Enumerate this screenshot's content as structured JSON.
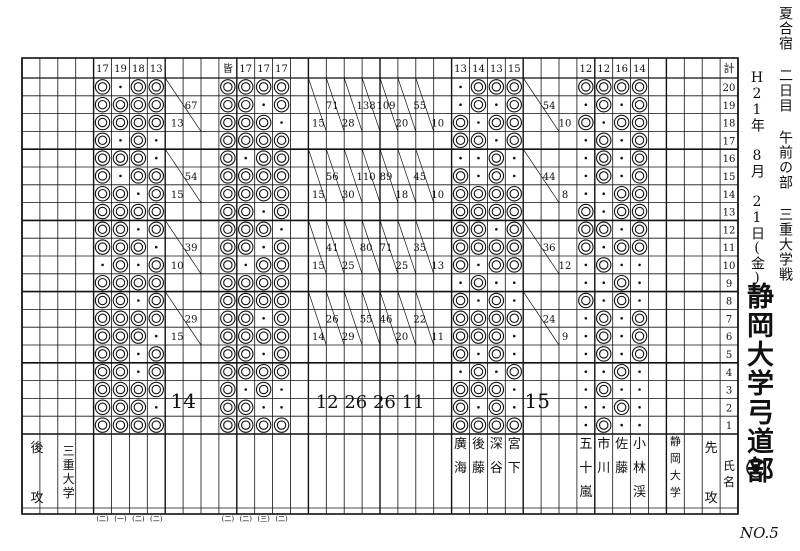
{
  "header_notes": {
    "camp_note": "夏合宿 二日目 午前の部 三重大学戦",
    "date_note": "H21年 8月 21日(金)"
  },
  "club_name": "静岡大学弓道部",
  "sheet_no": "NO.5",
  "label_ato": "後攻",
  "label_saki": "先攻",
  "label_shimei": "氏名",
  "count_header": "計",
  "shot_numbers": [
    "20",
    "19",
    "18",
    "17",
    "16",
    "15",
    "14",
    "13",
    "12",
    "11",
    "10",
    "9",
    "8",
    "7",
    "6",
    "5",
    "4",
    "3",
    "2",
    "1"
  ],
  "teams": [
    {
      "name": "三重大学",
      "member_totals": [
        "17",
        "19",
        "18",
        "13"
      ],
      "member_names": [
        "",
        "",
        "",
        ""
      ],
      "order_marks": [
        "(二)",
        "(一)",
        "(二)",
        "(二)"
      ],
      "grand_total": "14",
      "pattern": [
        "o.oo",
        "oooo",
        "oooo",
        "o.o.",
        "ooo.",
        "o.oo",
        "oo.o",
        "oooo",
        "oo.o",
        "ooo.",
        ".o.o",
        "oooo",
        "oo.o",
        "oooo",
        "ooo.",
        "oo.o",
        "oo.o",
        "oooo",
        "ooo.",
        "oooo"
      ]
    },
    {
      "name": "",
      "member_totals": [
        "皆",
        "17",
        "17",
        "17"
      ],
      "member_names": [
        "",
        "",
        "",
        ""
      ],
      "order_marks": [
        "(二)",
        "(二)",
        "(三)",
        "(二)"
      ],
      "grand_total": "",
      "pattern": [
        "oooo",
        "oo.o",
        "ooo.",
        "oooo",
        "o.oo",
        "oooo",
        "oooo",
        "oo.o",
        "ooo.",
        "oo.o",
        "o.oo",
        "oooo",
        "oooo",
        "oo.o",
        "oooo",
        "oo.o",
        "oooo",
        "o.o.",
        "oo..",
        "oooo"
      ]
    },
    {
      "name": "静岡大学",
      "member_totals": [
        "13",
        "14",
        "13",
        "15"
      ],
      "member_names": [
        "廣海",
        "後藤",
        "深谷",
        "宮下"
      ],
      "order_marks": [
        "",
        "",
        "",
        ""
      ],
      "grand_total": "15",
      "pattern": [
        ".ooo",
        ".o.o",
        "o.oo",
        "oo.o",
        "..o.",
        "o.o.",
        "oooo",
        "oooo",
        "oo.o",
        "oooo",
        "o.oo",
        ".o..",
        "o.o.",
        "oooo",
        "ooo.",
        "o.o.",
        ".o.o",
        "ooo.",
        "o.o.",
        "oooo"
      ]
    },
    {
      "name": "",
      "member_totals": [
        "12",
        "12",
        "16",
        "14"
      ],
      "member_names": [
        "五十嵐",
        "市川",
        "佐藤",
        "小林渓"
      ],
      "order_marks": [
        "",
        "",
        "",
        ""
      ],
      "grand_total": "",
      "pattern": [
        "oooo",
        ".o.o",
        "o.oo",
        ".o.o",
        ".o.o",
        ".o.o",
        "..oo",
        "o.oo",
        "oo.o",
        "o.oo",
        ".o..",
        "..o.",
        "o.o.",
        ".o.o",
        ".o.o",
        ".o.o",
        "..o.",
        ".o..",
        "..o.",
        ".o.."
      ]
    }
  ],
  "middle_tallies": {
    "rows": [
      "71",
      "138",
      "109",
      "55",
      "15",
      "28",
      "20",
      "10",
      "56",
      "110",
      "89",
      "45",
      "15",
      "30",
      "18",
      "10",
      "41",
      "80",
      "71",
      "35",
      "15",
      "25",
      "25",
      "13",
      "26",
      "55",
      "46",
      "22",
      "14",
      "29",
      "20",
      "11"
    ],
    "side": [
      "67",
      "13",
      "54",
      "15",
      "39",
      "10",
      "29",
      "15",
      "54",
      "10",
      "44",
      "8",
      "36",
      "12",
      "24",
      "9"
    ],
    "bottom": "12 26 26 11"
  }
}
